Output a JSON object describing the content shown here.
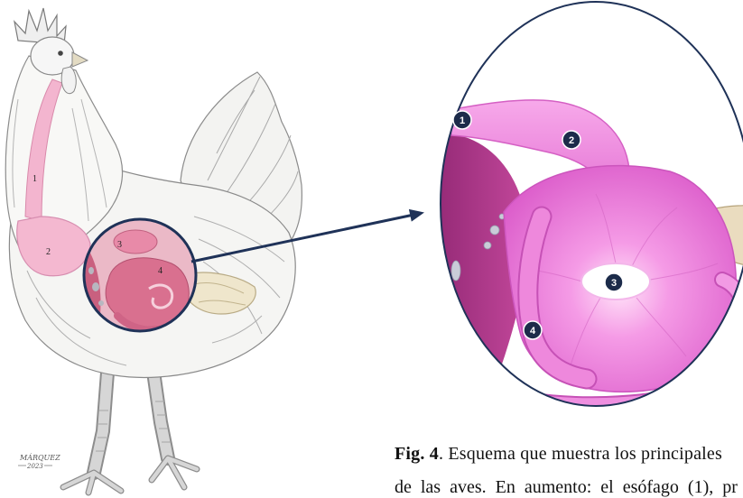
{
  "figure": {
    "chicken_labels": [
      "1",
      "2",
      "3",
      "4"
    ],
    "zoom_markers": [
      "1",
      "2",
      "3",
      "4"
    ],
    "signature": {
      "name": "MÁRQUEZ",
      "year": "2023"
    }
  },
  "caption": {
    "fig_label": "Fig. 4",
    "line1_rest": ". Esquema que muestra los principales",
    "line2": "de las aves. En aumento: el esófago (1), pr"
  },
  "colors": {
    "outline": "#1f3258",
    "marker_fill": "#1c2b4a",
    "organ_pink": "#f28ce2",
    "wall_magenta": "#b33c8a",
    "crop_pink": "#f4b8d0",
    "intestine_beige": "#eadcbf"
  }
}
